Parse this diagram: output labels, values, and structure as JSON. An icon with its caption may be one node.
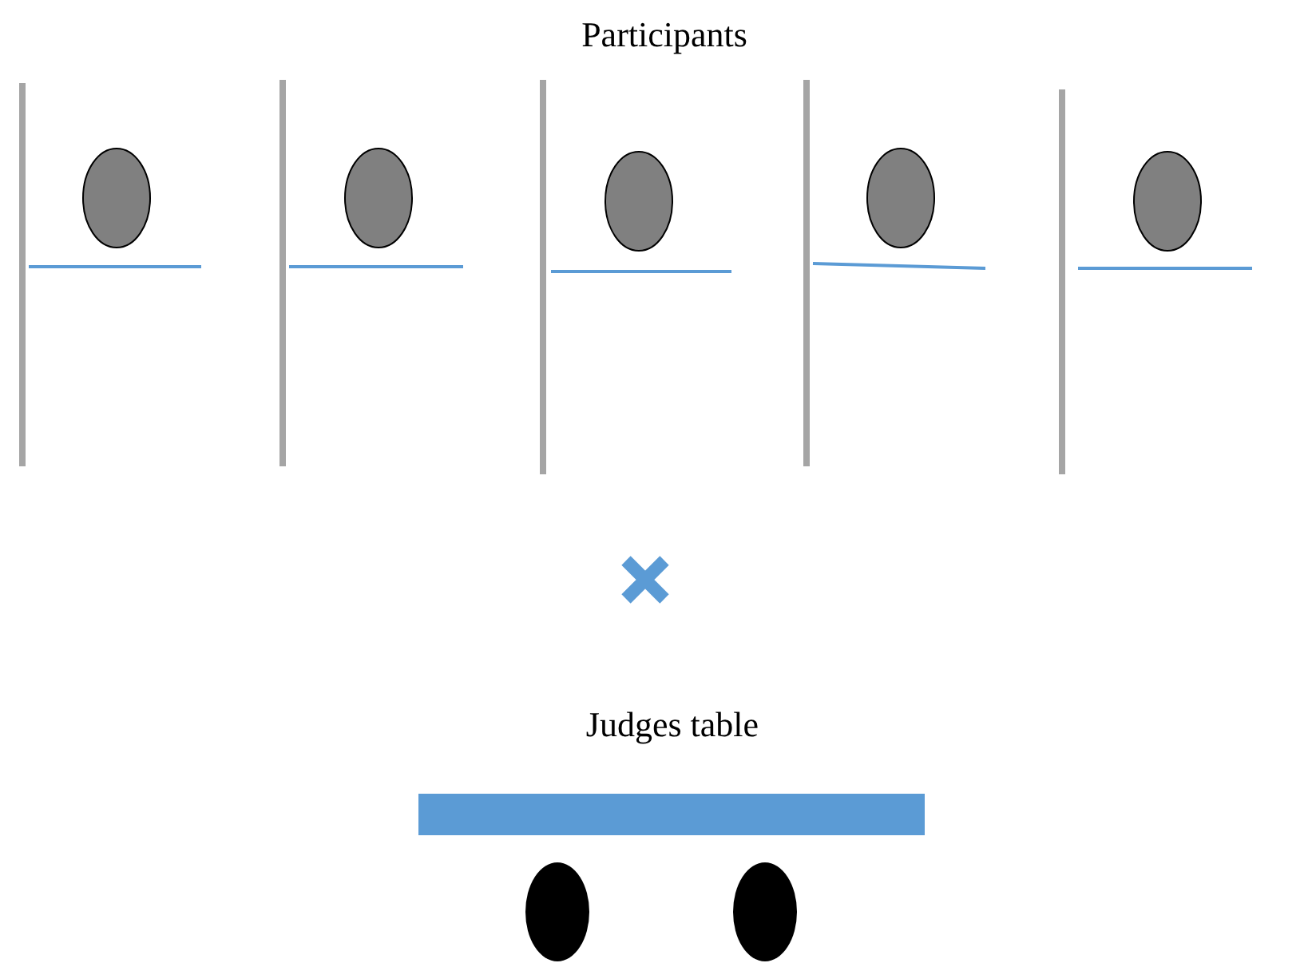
{
  "diagram": {
    "nodes": [
      {
        "text": [],
        "shape": "bar"
      }
    ],
    "labels": [
      "Participants",
      "Judges table"
    ]
  }
}
